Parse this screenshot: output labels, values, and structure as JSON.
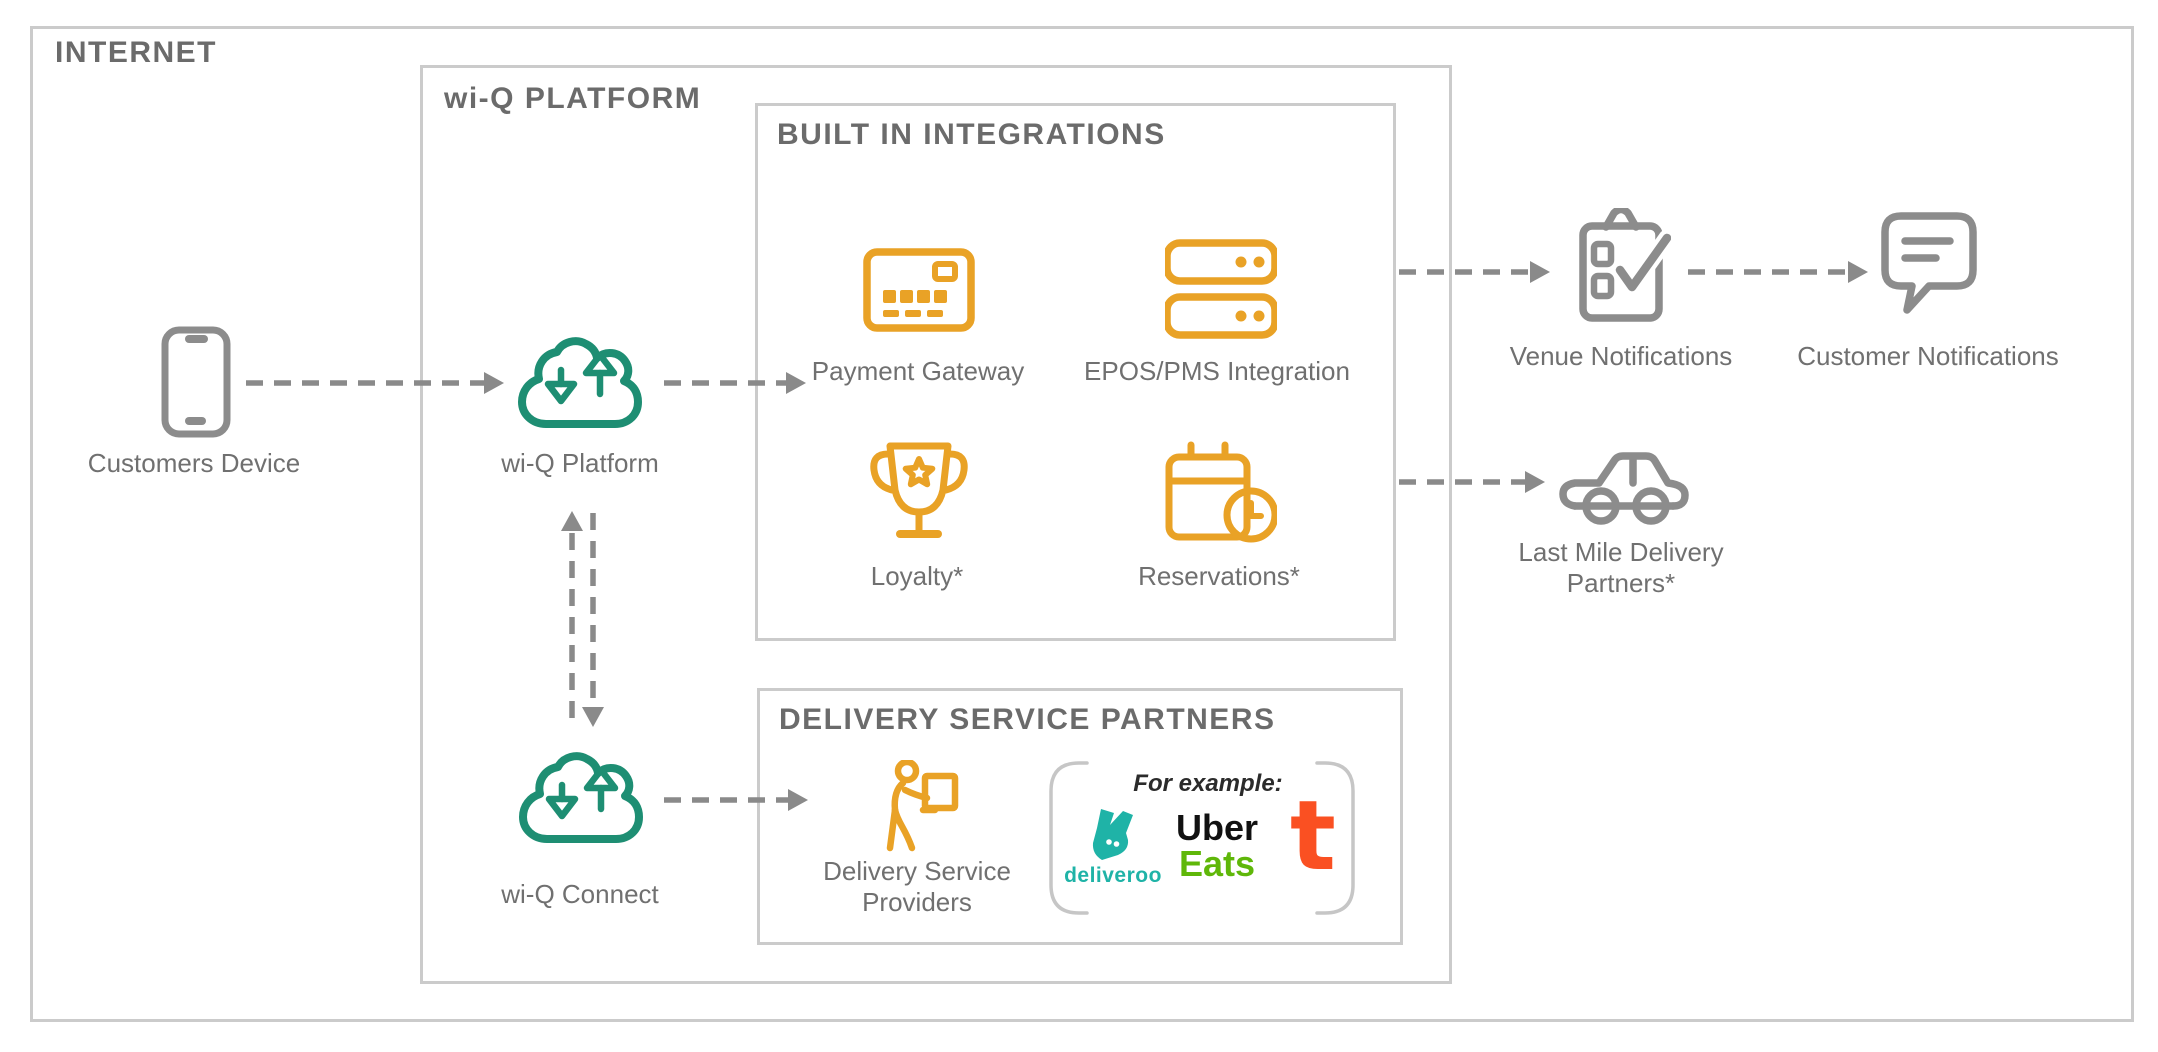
{
  "boxes": {
    "internet": "INTERNET",
    "platform": "wi-Q PLATFORM",
    "integrations": "BUILT IN INTEGRATIONS",
    "delivery": "DELIVERY SERVICE PARTNERS"
  },
  "nodes": {
    "customers_device": {
      "label": "Customers Device"
    },
    "wiq_platform": {
      "label": "wi-Q Platform"
    },
    "wiq_connect": {
      "label": "wi-Q Connect"
    },
    "payment_gateway": {
      "label": "Payment Gateway"
    },
    "epos_pms": {
      "label": "EPOS/PMS Integration"
    },
    "loyalty": {
      "label": "Loyalty*"
    },
    "reservations": {
      "label": "Reservations*"
    },
    "delivery_providers": {
      "label": "Delivery Service Providers"
    },
    "venue_notifications": {
      "label": "Venue Notifications"
    },
    "customer_notifications": {
      "label": "Customer Notifications"
    },
    "last_mile": {
      "label": "Last Mile Delivery Partners*"
    }
  },
  "partners_panel": {
    "caption": "For example:",
    "deliveroo_wordmark": "deliveroo",
    "uber_line1": "Uber",
    "uber_line2": "Eats",
    "takeaway_letter": "t"
  },
  "colors": {
    "amber": "#E9A226",
    "teal": "#1E8E73",
    "icon_gray": "#8C8C8C",
    "arrow_gray": "#8A8A8A",
    "border_gray": "#CBCBCB",
    "heading_gray": "#6B6B6B",
    "label_gray": "#707070",
    "deliveroo_teal": "#1FB3A7",
    "uber_black": "#111111",
    "uber_eats_green": "#5FB709",
    "takeaway_orange": "#FA5022"
  }
}
